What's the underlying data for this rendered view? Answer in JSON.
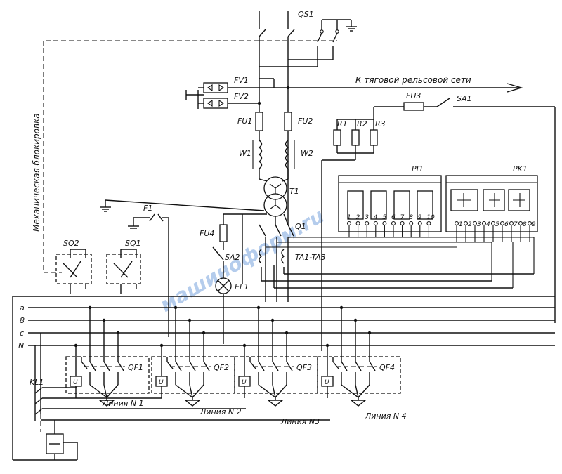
{
  "labels": {
    "qs1": "QS1",
    "fv1": "FV1",
    "fv2": "FV2",
    "traction": "К тяговой рельсовой сети",
    "fu3": "FU3",
    "sa1": "SA1",
    "fu1": "FU1",
    "fu2": "FU2",
    "r1": "R1",
    "r2": "R2",
    "r3": "R3",
    "w1": "W1",
    "w2": "W2",
    "pi1": "PI1",
    "pk1": "PK1",
    "t1": "T1",
    "f1": "F1",
    "fu4": "FU4",
    "q1": "Q1",
    "sa2": "SA2",
    "ta": "TA1-TA3",
    "el1": "EL1",
    "sq1": "SQ1",
    "sq2": "SQ2",
    "mech": "Механическая блокировка",
    "bus_a": "a",
    "bus_b": "8",
    "bus_c": "c",
    "bus_n": "N",
    "kl1": "KL1",
    "qf1": "QF1",
    "qf2": "QF2",
    "qf3": "QF3",
    "qf4": "QF4",
    "u": "U",
    "line1": "Линия N 1",
    "line2": "Линия N 2",
    "line3": "Линия N3",
    "line4": "Линия N 4",
    "watermark": "машиноформ.ru"
  },
  "pi1_terminals": [
    "1",
    "2",
    "3",
    "4",
    "5",
    "6",
    "7",
    "8",
    "9",
    "10"
  ],
  "pk1_terminals": [
    "1",
    "2",
    "3",
    "4",
    "5",
    "6",
    "7",
    "8",
    "9"
  ]
}
